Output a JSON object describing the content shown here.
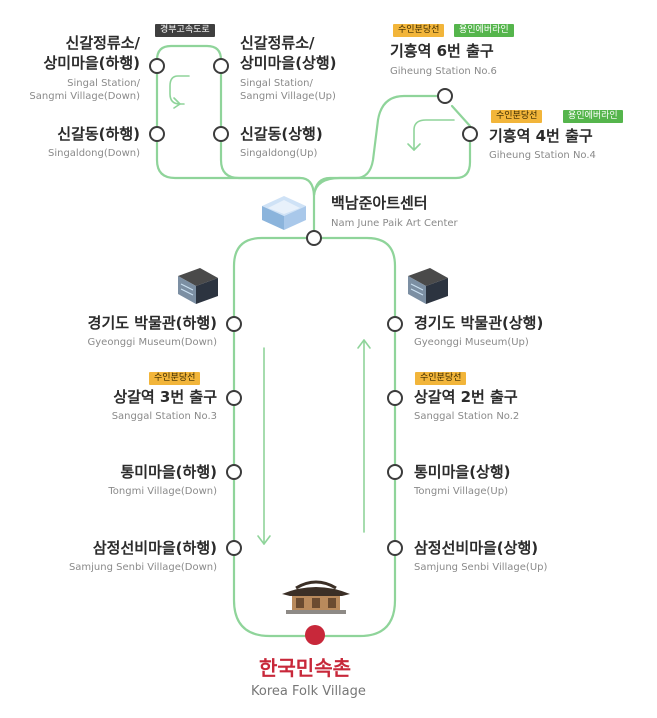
{
  "colors": {
    "route": "#8fd49a",
    "arrow": "#8fd49a",
    "badge_suin_bundang": "#f2b53a",
    "badge_yongin_everline": "#55b54c",
    "badge_expressway": "#3f3f3f",
    "terminal": "#c8283a"
  },
  "badges": {
    "expressway": "경부고속도로",
    "suin_bundang": "수인분당선",
    "yongin_everline": "용인에버라인"
  },
  "stops": {
    "singal_station_down": {
      "ko_line1": "신갈정류소/",
      "ko_line2": "상미마을(하행)",
      "en_line1": "Singal Station/",
      "en_line2": "Sangmi Village(Down)"
    },
    "singal_station_up": {
      "ko_line1": "신갈정류소/",
      "ko_line2": "상미마을(상행)",
      "en_line1": "Singal Station/",
      "en_line2": "Sangmi Village(Up)"
    },
    "singaldong_down": {
      "ko": "신갈동(하행)",
      "en": "Singaldong(Down)"
    },
    "singaldong_up": {
      "ko": "신갈동(상행)",
      "en": "Singaldong(Up)"
    },
    "giheung_6": {
      "ko": "기흥역 6번 출구",
      "en": "Giheung Station No.6"
    },
    "giheung_4": {
      "ko": "기흥역 4번 출구",
      "en": "Giheung Station No.4"
    },
    "nam_june_paik": {
      "ko": "백남준아트센터",
      "en": "Nam June Paik Art Center"
    },
    "museum_down": {
      "ko": "경기도 박물관(하행)",
      "en": "Gyeonggi Museum(Down)"
    },
    "museum_up": {
      "ko": "경기도 박물관(상행)",
      "en": "Gyeonggi Museum(Up)"
    },
    "sanggal_3": {
      "ko": "상갈역 3번 출구",
      "en": "Sanggal Station No.3"
    },
    "sanggal_2": {
      "ko": "상갈역 2번 출구",
      "en": "Sanggal Station No.2"
    },
    "tongmi_down": {
      "ko": "통미마을(하행)",
      "en": "Tongmi Village(Down)"
    },
    "tongmi_up": {
      "ko": "통미마을(상행)",
      "en": "Tongmi Village(Up)"
    },
    "samjung_down": {
      "ko": "삼정선비마을(하행)",
      "en": "Samjung Senbi Village(Down)"
    },
    "samjung_up": {
      "ko": "삼정선비마을(상행)",
      "en": "Samjung Senbi Village(Up)"
    }
  },
  "terminal": {
    "ko": "한국민속촌",
    "en": "Korea Folk Village"
  },
  "icons": [
    "art-center-building-icon",
    "museum-building-icon",
    "folk-village-house-icon"
  ]
}
